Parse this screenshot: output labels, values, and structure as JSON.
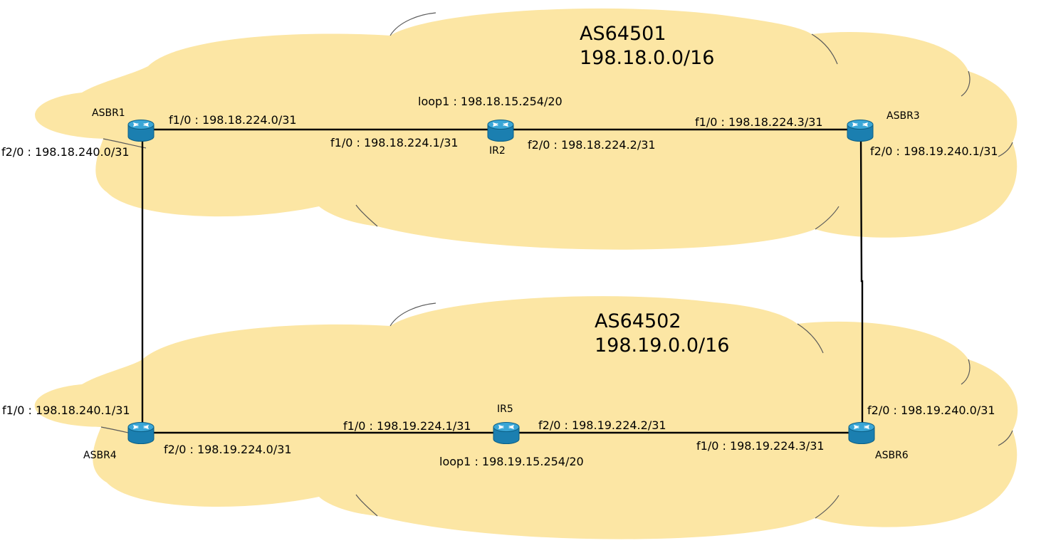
{
  "colors": {
    "cloud_fill": "#fce6a4",
    "router_top": "#3aa6d6",
    "router_side": "#1b7fb0",
    "link": "#000000"
  },
  "as_clouds": [
    {
      "as_number": "AS64501",
      "prefix": "198.18.0.0/16"
    },
    {
      "as_number": "AS64502",
      "prefix": "198.19.0.0/16"
    }
  ],
  "routers": {
    "asbr1": {
      "name": "ASBR1",
      "icon": "router-icon"
    },
    "ir2": {
      "name": "IR2",
      "icon": "router-icon"
    },
    "asbr3": {
      "name": "ASBR3",
      "icon": "router-icon"
    },
    "asbr4": {
      "name": "ASBR4",
      "icon": "router-icon"
    },
    "ir5": {
      "name": "IR5",
      "icon": "router-icon"
    },
    "asbr6": {
      "name": "ASBR6",
      "icon": "router-icon"
    }
  },
  "interfaces": {
    "asbr1_f10": "f1/0 : 198.18.224.0/31",
    "asbr1_f20": "f2/0 : 198.18.240.0/31",
    "ir2_loop1": "loop1 : 198.18.15.254/20",
    "ir2_f10": "f1/0 : 198.18.224.1/31",
    "ir2_f20": "f2/0 : 198.18.224.2/31",
    "asbr3_f10": "f1/0 : 198.18.224.3/31",
    "asbr3_f20": "f2/0 : 198.19.240.1/31",
    "asbr4_f10": "f1/0 : 198.18.240.1/31",
    "asbr4_f20": "f2/0 : 198.19.224.0/31",
    "ir5_f10": "f1/0 : 198.19.224.1/31",
    "ir5_f20": "f2/0 : 198.19.224.2/31",
    "ir5_loop1": "loop1 : 198.19.15.254/20",
    "asbr6_f10": "f1/0 : 198.19.224.3/31",
    "asbr6_f20": "f2/0 : 198.19.240.0/31"
  }
}
